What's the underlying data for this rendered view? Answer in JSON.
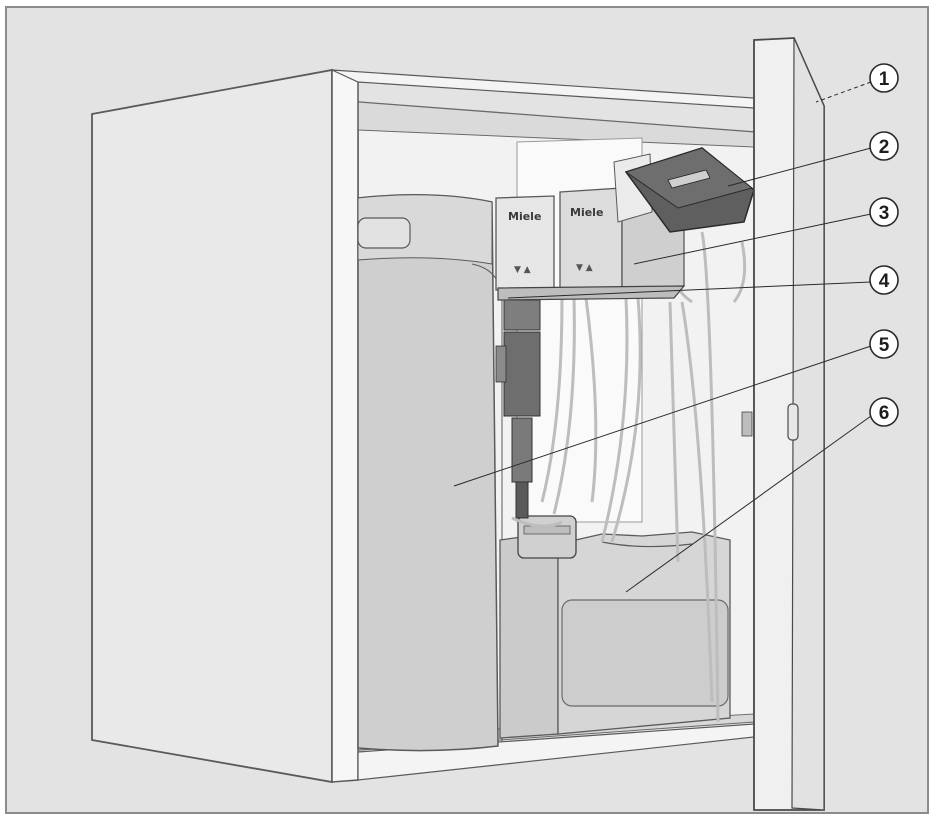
{
  "figure": {
    "callouts": [
      {
        "number": "1"
      },
      {
        "number": "2"
      },
      {
        "number": "3"
      },
      {
        "number": "4"
      },
      {
        "number": "5"
      },
      {
        "number": "6"
      }
    ],
    "pump_logo": "Miele"
  }
}
